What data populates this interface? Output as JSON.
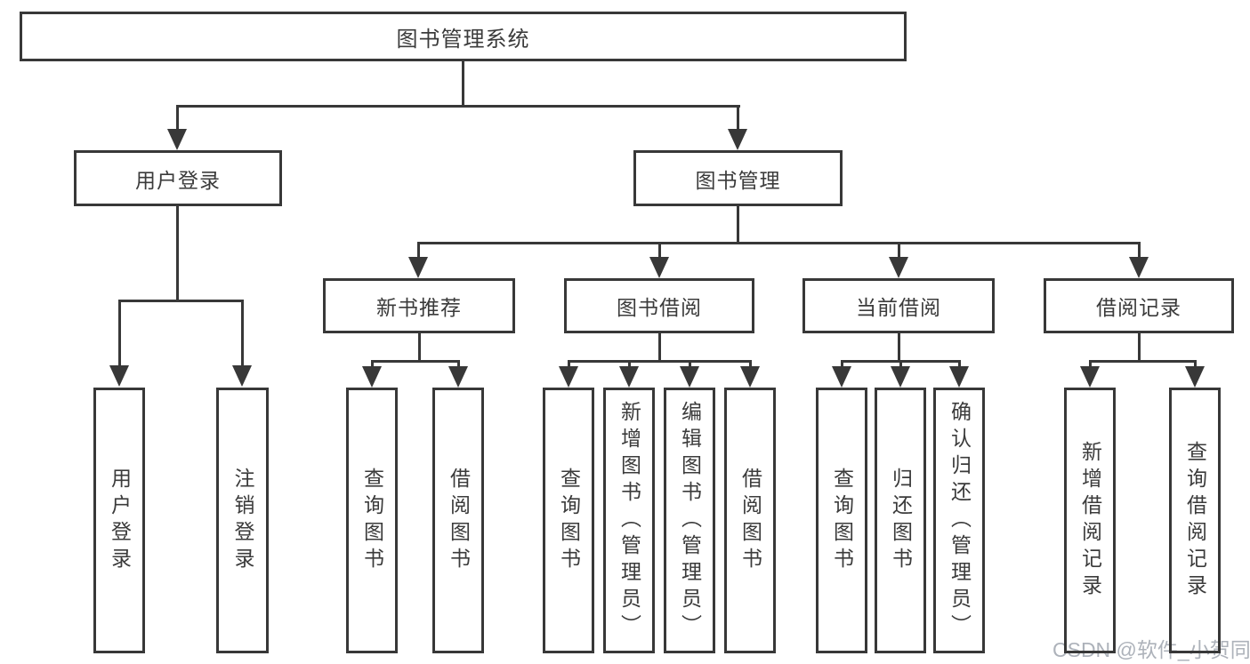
{
  "tree": {
    "root": "图书管理系统",
    "branches": [
      {
        "label": "用户登录",
        "children": [
          "用户登录",
          "注销登录"
        ]
      },
      {
        "label": "图书管理",
        "sections": [
          {
            "label": "新书推荐",
            "children": [
              "查询图书",
              "借阅图书"
            ]
          },
          {
            "label": "图书借阅",
            "children": [
              "查询图书",
              "新增图书（管理员）",
              "编辑图书（管理员）",
              "借阅图书"
            ]
          },
          {
            "label": "当前借阅",
            "children": [
              "查询图书",
              "归还图书",
              "确认归还（管理员）"
            ]
          },
          {
            "label": "借阅记录",
            "children": [
              "新增借阅记录",
              "查询借阅记录"
            ]
          }
        ]
      }
    ]
  },
  "watermark": "CSDN @软件_小贺同学",
  "colors": {
    "line": "#383838",
    "text": "#3b3b3b",
    "watermark": "#adb2ba",
    "background": "#ffffff"
  }
}
